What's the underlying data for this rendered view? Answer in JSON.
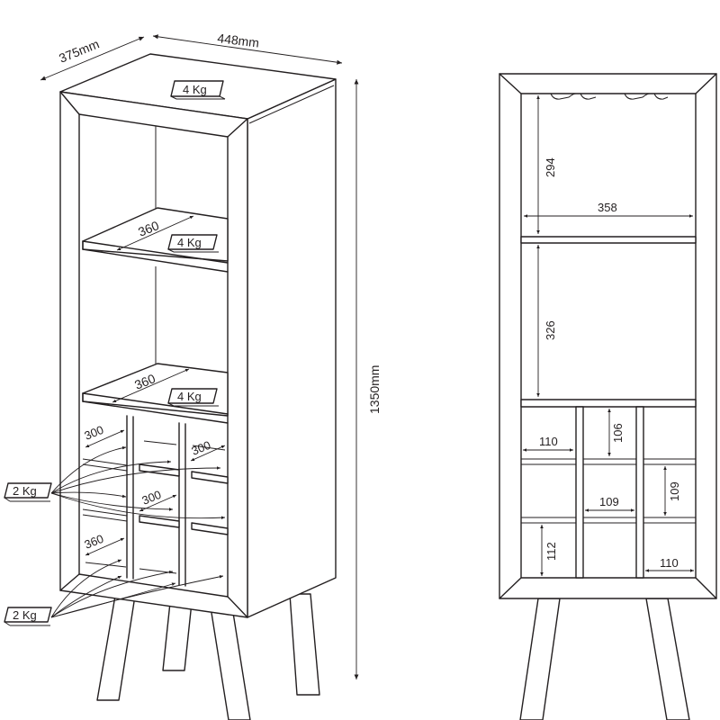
{
  "overall": {
    "depth": "375mm",
    "width": "448mm",
    "height": "1350mm"
  },
  "iso_labels": {
    "top_weight": "4 Kg",
    "shelf1_weight": "4 Kg",
    "shelf2_weight": "4 Kg",
    "cubby_weight_upper": "2 Kg",
    "cubby_weight_lower": "2 Kg",
    "shelf1_depth": "360",
    "shelf2_depth": "360",
    "cubby_depth_a": "300",
    "cubby_depth_b": "300",
    "cubby_depth_c": "300",
    "cubby_depth_d": "360"
  },
  "front_labels": {
    "upper_height": "294",
    "inner_width": "358",
    "middle_height": "326",
    "cubby_width_top": "110",
    "cubby_height_top": "106",
    "cubby_width_mid": "109",
    "cubby_height_mid": "109",
    "cubby_height_bottom": "112",
    "cubby_width_bottom": "110"
  },
  "colors": {
    "line": "#231f20",
    "background": "#ffffff"
  }
}
